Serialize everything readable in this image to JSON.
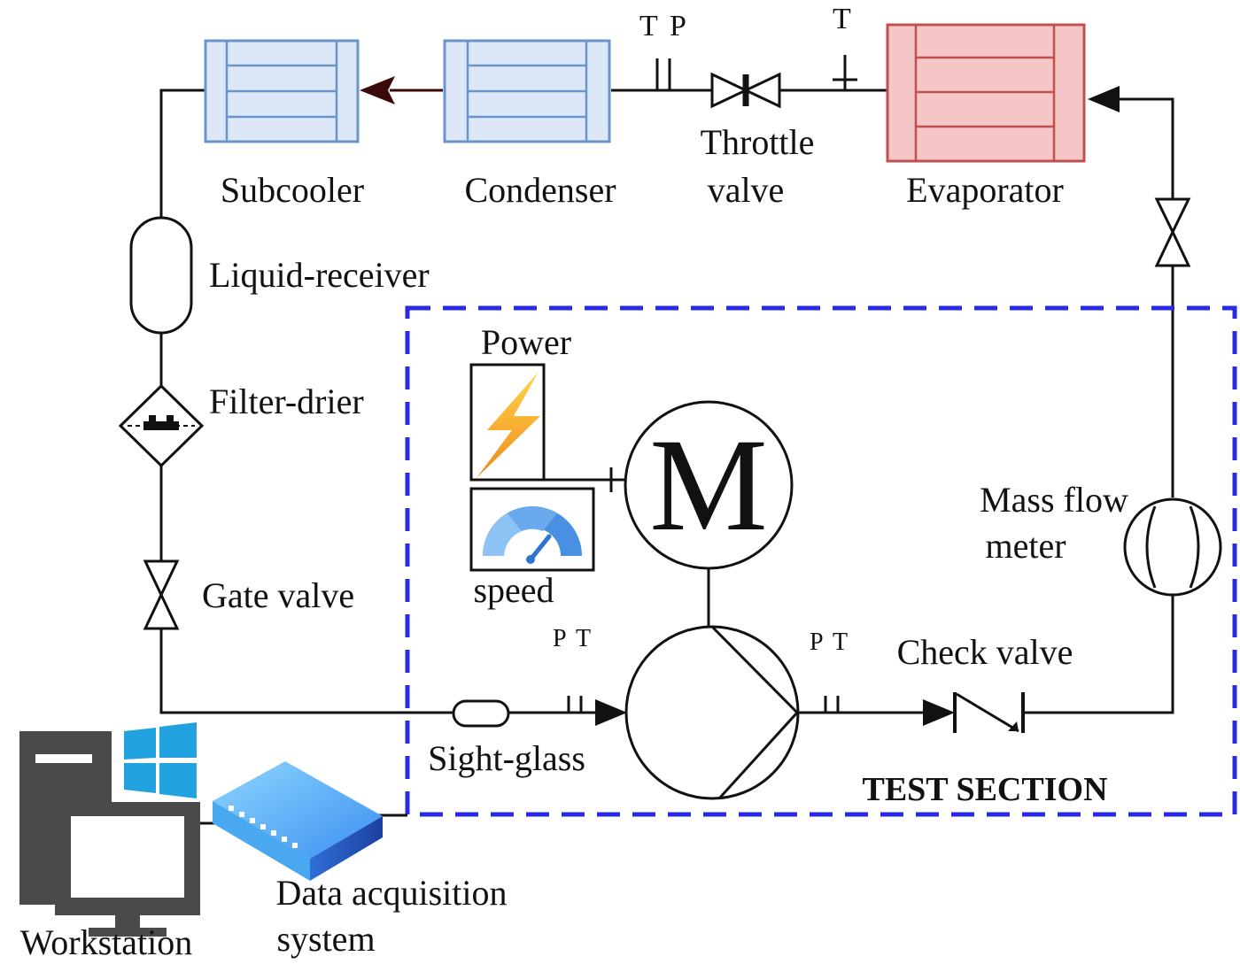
{
  "labels": {
    "subcooler": "Subcooler",
    "condenser": "Condenser",
    "throttle_line1": "Throttle",
    "throttle_line2": "valve",
    "evaporator": "Evaporator",
    "liquid_receiver": "Liquid-receiver",
    "filter_drier": "Filter-drier",
    "gate_valve": "Gate valve",
    "sight_glass": "Sight-glass",
    "power": "Power",
    "speed": "speed",
    "motor": "M",
    "mass_flow_line1": "Mass flow",
    "mass_flow_line2": "meter",
    "check_valve": "Check valve",
    "test_section": "TEST SECTION",
    "daq_line1": "Data acquisition",
    "daq_line2": "system",
    "workstation": "Workstation"
  },
  "sensors": {
    "condenser_outlet": [
      "T",
      "P"
    ],
    "evaporator_inlet": [
      "T"
    ],
    "pump_inlet": [
      "P",
      "T"
    ],
    "pump_outlet": [
      "P",
      "T"
    ]
  },
  "colors": {
    "cool_fill": "#dce8f8",
    "cool_stroke": "#6b94c8",
    "hot_fill": "#f4c6c6",
    "hot_stroke": "#c0504d",
    "test_section_border": "#2a2ae6",
    "flow_arrow_dark": "#3a0a0a",
    "daq_blue": "#3a7fe0",
    "windows_blue": "#22a2e0",
    "computer_gray": "#4a4a4a",
    "power_orange": "#f5a623",
    "gauge_blue": "#4a90e2"
  },
  "icons": {
    "power": "lightning-bolt-icon",
    "speed": "speedometer-icon",
    "windows": "windows-logo-icon",
    "workstation": "computer-icon",
    "daq": "data-acquisition-box-icon"
  }
}
